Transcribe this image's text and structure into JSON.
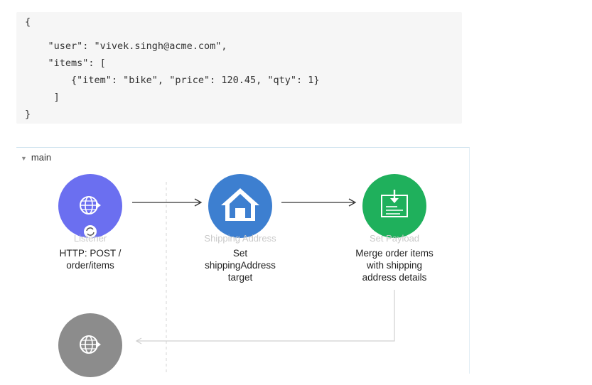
{
  "code": {
    "lines": [
      "{",
      "    \"user\": \"vivek.singh@acme.com\",",
      "    \"items\": [",
      "        {\"item\": \"bike\", \"price\": 120.45, \"qty\": 1}",
      "     ]",
      "}"
    ]
  },
  "flow": {
    "title": "main",
    "nodes": [
      {
        "type_label": "Listener",
        "desc_lines": [
          "HTTP: POST /",
          "order/items"
        ],
        "icon": "globe-icon",
        "color": "#6b6ff0"
      },
      {
        "type_label": "Shipping Address",
        "desc_lines": [
          "Set",
          "shippingAddress",
          "target"
        ],
        "icon": "house-icon",
        "color": "#3d7fd0"
      },
      {
        "type_label": "Set Payload",
        "desc_lines": [
          "Merge order items",
          "with shipping",
          "address details"
        ],
        "icon": "payload-icon",
        "color": "#1fb05c"
      },
      {
        "type_label": "",
        "desc_lines": [],
        "icon": "globe-icon",
        "color": "#8c8c8c"
      }
    ]
  }
}
